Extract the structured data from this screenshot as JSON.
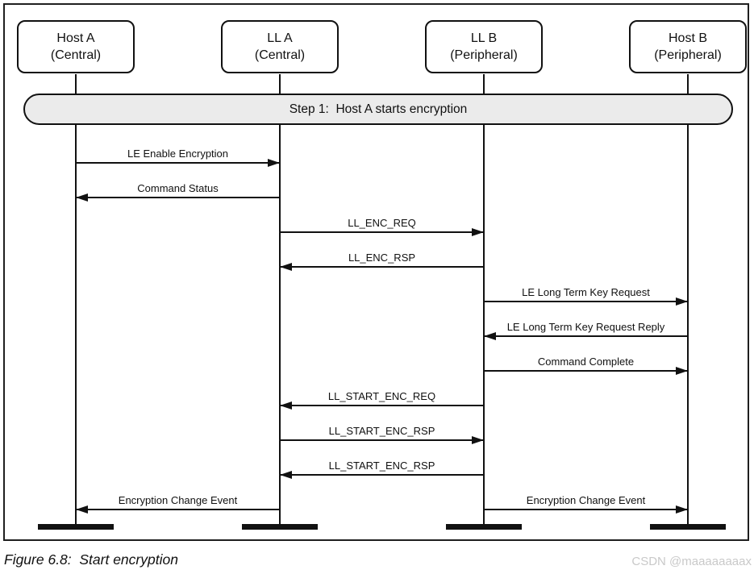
{
  "figure": {
    "caption": "Figure 6.8:  Start encryption",
    "watermark": "CSDN @maaaaaaaax"
  },
  "banner": {
    "label": "Step 1:  Host A starts encryption"
  },
  "actors": [
    {
      "id": "host-a",
      "line1": "Host A",
      "line2": "(Central)"
    },
    {
      "id": "ll-a",
      "line1": "LL A",
      "line2": "(Central)"
    },
    {
      "id": "ll-b",
      "line1": "LL B",
      "line2": "(Peripheral)"
    },
    {
      "id": "host-b",
      "line1": "Host B",
      "line2": "(Peripheral)"
    }
  ],
  "messages": [
    {
      "label": "LE Enable Encryption",
      "from": 0,
      "to": 1,
      "row": 0
    },
    {
      "label": "Command Status",
      "from": 1,
      "to": 0,
      "row": 1
    },
    {
      "label": "LL_ENC_REQ",
      "from": 1,
      "to": 2,
      "row": 2
    },
    {
      "label": "LL_ENC_RSP",
      "from": 2,
      "to": 1,
      "row": 3
    },
    {
      "label": "LE Long Term Key Request",
      "from": 2,
      "to": 3,
      "row": 4
    },
    {
      "label": "LE Long Term Key Request Reply",
      "from": 3,
      "to": 2,
      "row": 5
    },
    {
      "label": "Command Complete",
      "from": 2,
      "to": 3,
      "row": 6
    },
    {
      "label": "LL_START_ENC_REQ",
      "from": 2,
      "to": 1,
      "row": 7
    },
    {
      "label": "LL_START_ENC_RSP",
      "from": 1,
      "to": 2,
      "row": 8
    },
    {
      "label": "LL_START_ENC_RSP",
      "from": 2,
      "to": 1,
      "row": 9
    },
    {
      "label": "Encryption Change Event",
      "from": 1,
      "to": 0,
      "row": 10
    },
    {
      "label": "Encryption Change Event",
      "from": 2,
      "to": 3,
      "row": 10
    }
  ],
  "colors": {
    "line": "#111111",
    "banner_fill": "#ebebeb",
    "watermark": "#c9c9c9"
  }
}
